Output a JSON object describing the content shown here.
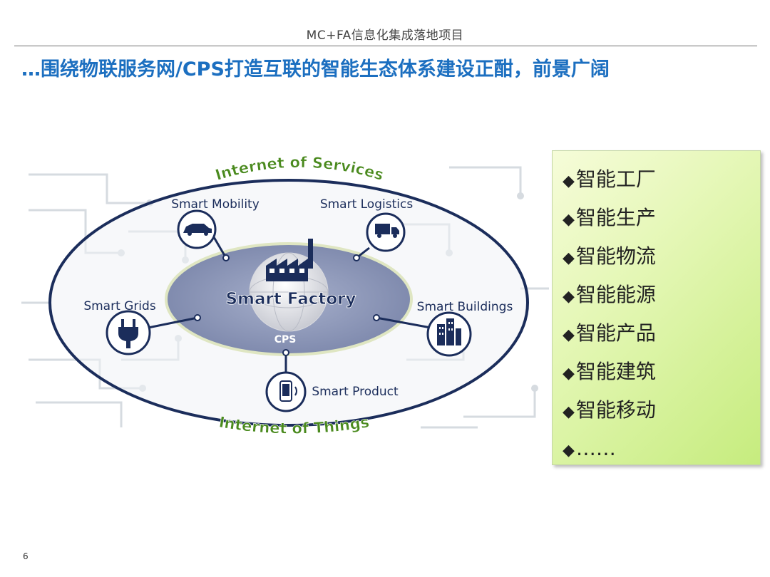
{
  "header": {
    "title": "MC+FA信息化集成落地项目"
  },
  "slide": {
    "heading": "…围绕物联服务网/CPS打造互联的智能生态体系建设正酣，前景广阔",
    "page_number": "6"
  },
  "diagram": {
    "outer_top_label": "Internet of Services",
    "outer_bottom_label": "Internet of Things",
    "center_label": "Smart Factory",
    "cps_label": "CPS",
    "nodes": {
      "mobility": "Smart Mobility",
      "logistics": "Smart Logistics",
      "grids": "Smart Grids",
      "buildings": "Smart Buildings",
      "product": "Smart Product"
    },
    "colors": {
      "outer_ring": "#1b2d5b",
      "inner_ellipse": "#7e89ad",
      "ring_text": "#4a8a1e",
      "node_text": "#1b2d5b"
    }
  },
  "side_panel": {
    "bullet": "◆",
    "items": [
      "智能工厂",
      "智能生产",
      "智能物流",
      "智能能源",
      "智能产品",
      "智能建筑",
      "智能移动",
      "……"
    ]
  }
}
